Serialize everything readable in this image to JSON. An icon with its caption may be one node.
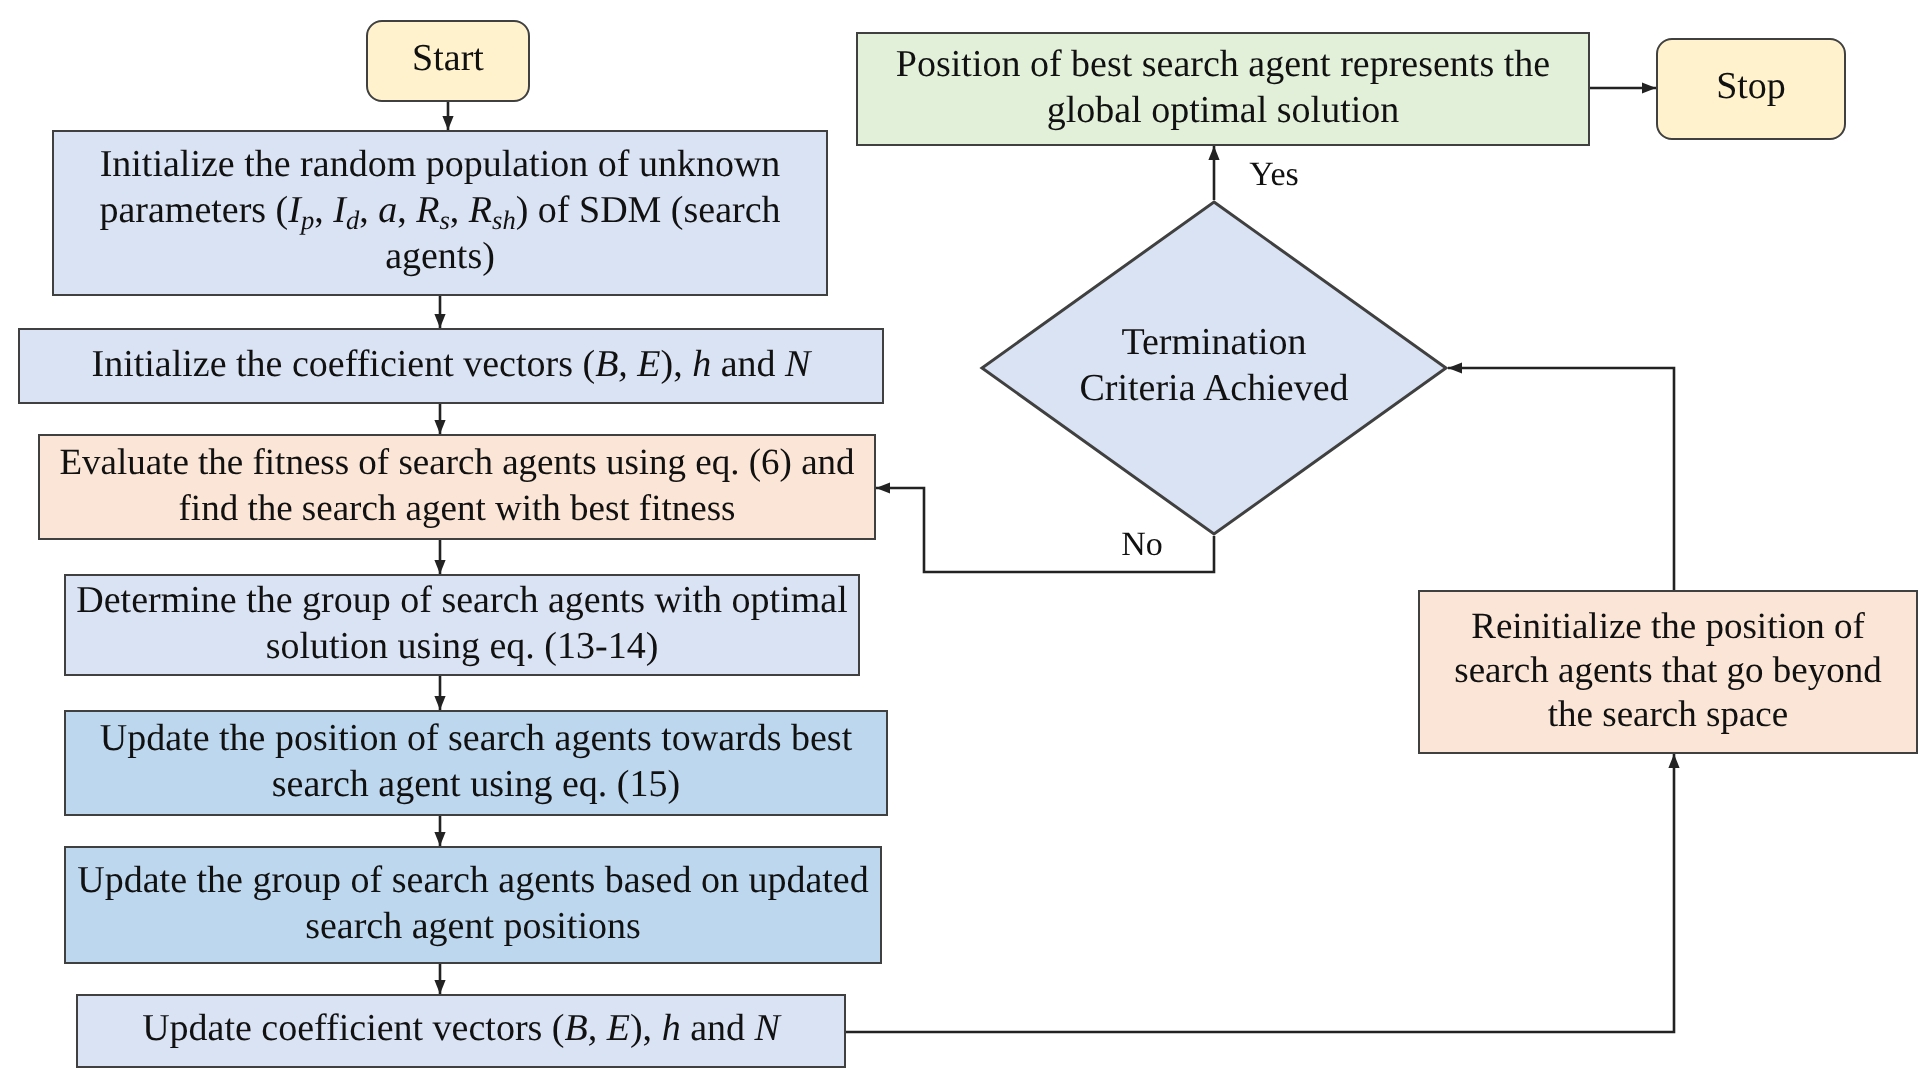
{
  "diagram": {
    "nodes": [
      {
        "text": [
          "Start"
        ]
      },
      {
        "text": [
          "Initialize the random population of unknown parameters (*I*$_{p}$, *I*$_{d}$, *a*, *R*$_{s}$, *R*$_{sh}$) of SDM (search agents)"
        ]
      },
      {
        "text": [
          "Initialize the coefficient vectors (*B, E*), *h* and *N*"
        ]
      },
      {
        "text": [
          "Evaluate the fitness of search agents using eq. (6) and find the search agent with best fitness"
        ]
      },
      {
        "text": [
          "Determine the group of search agents with optimal solution using eq. (13-14)"
        ]
      },
      {
        "text": [
          "Update the position of search agents towards best search agent using eq. (15)"
        ]
      },
      {
        "text": [
          "Update the group of search agents based on updated search agent positions"
        ]
      },
      {
        "text": [
          "Update coefficient vectors (*B, E*), *h* and *N*"
        ]
      },
      {
        "text": [
          "Reinitialize the position of search agents that go beyond the search space"
        ]
      },
      {
        "text": [
          "Termination Criteria Achieved"
        ]
      },
      {
        "text": [
          "Position of best search agent represents the global optimal solution"
        ]
      },
      {
        "text": [
          "Stop"
        ]
      }
    ],
    "edges": [
      {
        "from": 0,
        "to": 1,
        "arrow": "to"
      },
      {
        "from": 1,
        "to": 2,
        "arrow": "to"
      },
      {
        "from": 2,
        "to": 3,
        "arrow": "to"
      },
      {
        "from": 3,
        "to": 4,
        "arrow": "to"
      },
      {
        "from": 4,
        "to": 5,
        "arrow": "to"
      },
      {
        "from": 5,
        "to": 6,
        "arrow": "to"
      },
      {
        "from": 6,
        "to": 7,
        "arrow": "to"
      },
      {
        "from": 7,
        "to": 8,
        "arrow": "to"
      },
      {
        "from": 8,
        "to": 9,
        "arrow": "to"
      },
      {
        "from": 9,
        "to": 10,
        "arrow": "to",
        "label": "Yes"
      },
      {
        "from": 9,
        "to": 3,
        "arrow": "to",
        "label": "No"
      },
      {
        "from": 10,
        "to": 11,
        "arrow": "to"
      }
    ]
  }
}
